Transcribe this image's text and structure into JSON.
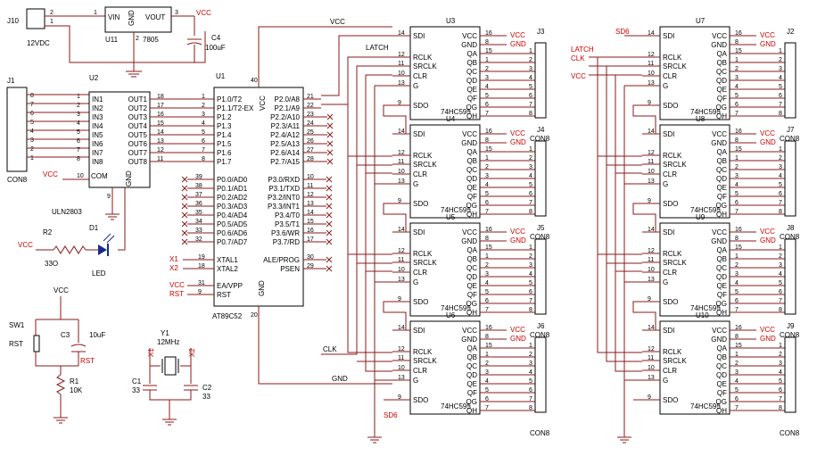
{
  "power": {
    "vcc": "VCC",
    "gnd": "GND",
    "latch": "LATCH",
    "clk": "CLK",
    "rst": "RST",
    "x1": "X1",
    "x2": "X2",
    "sd6": "SD6"
  },
  "j10": {
    "ref": "J10",
    "value": "12VDC",
    "pins": [
      "2",
      "1"
    ]
  },
  "u11": {
    "ref": "U11",
    "value": "7805",
    "pins": [
      "VIN",
      "GND",
      "VOUT"
    ],
    "nums": [
      "1",
      "2",
      "3"
    ]
  },
  "c4": {
    "ref": "C4",
    "value": "100uF"
  },
  "j1": {
    "ref": "J1",
    "value": "CON8",
    "pins": [
      "8",
      "7",
      "6",
      "5",
      "4",
      "3",
      "2",
      "1"
    ]
  },
  "u2": {
    "ref": "U2",
    "value": "ULN2803",
    "inputs": [
      "IN1",
      "IN2",
      "IN3",
      "IN4",
      "IN5",
      "IN6",
      "IN7",
      "IN8"
    ],
    "outputs": [
      "OUT1",
      "OUT2",
      "OUT3",
      "OUT4",
      "OUT5",
      "OUT6",
      "OUT7",
      "OUT8"
    ],
    "in_nums": [
      "1",
      "2",
      "3",
      "4",
      "5",
      "6",
      "7",
      "8"
    ],
    "out_nums": [
      "18",
      "17",
      "16",
      "15",
      "14",
      "13",
      "12",
      "11"
    ],
    "com": "COM",
    "com_num": "10",
    "gnd": "GND",
    "gnd_num": "9"
  },
  "d1": {
    "ref": "D1",
    "value": "LED"
  },
  "r2": {
    "ref": "R2",
    "value": "33O"
  },
  "u1": {
    "ref": "U1",
    "value": "AT89C52",
    "p1": [
      "P1.0/T2",
      "P1.1/T2-EX",
      "P1.2",
      "P1.3",
      "P1.4",
      "P1.5",
      "P1.6",
      "P1.7"
    ],
    "p1_nums": [
      "1",
      "2",
      "3",
      "4",
      "5",
      "6",
      "7",
      "8"
    ],
    "p2": [
      "P2.0/A8",
      "P2.1/A9",
      "P2.2/A10",
      "P2.3/A11",
      "P2.4/A12",
      "P2.5/A13",
      "P2.6/A14",
      "P2.7/A15"
    ],
    "p2_nums": [
      "21",
      "22",
      "23",
      "24",
      "25",
      "26",
      "27",
      "28"
    ],
    "p0": [
      "P0.0/AD0",
      "P0.1/AD1",
      "P0.2/AD2",
      "P0.3/AD3",
      "P0.4/AD4",
      "P0.5/AD5",
      "P0.6/AD6",
      "P0.7/AD7"
    ],
    "p0_nums": [
      "39",
      "38",
      "37",
      "36",
      "35",
      "34",
      "33",
      "32"
    ],
    "p3": [
      "P3.0/RXD",
      "P3.1/TXD",
      "P3.2/INT0",
      "P3.3/INT1",
      "P3.4/T0",
      "P3.5/T1",
      "P3.6/WR",
      "P3.7/RD"
    ],
    "p3_nums": [
      "10",
      "11",
      "12",
      "13",
      "14",
      "15",
      "16",
      "17"
    ],
    "xtal": [
      "XTAL1",
      "XTAL2"
    ],
    "xtal_nums": [
      "19",
      "18"
    ],
    "ale": [
      "ALE/PROG",
      "PSEN"
    ],
    "ale_nums": [
      "30",
      "29"
    ],
    "ea": [
      "EA/VPP",
      "RST"
    ],
    "ea_nums": [
      "31",
      "9"
    ],
    "vcc": "VCC",
    "vcc_num": "40",
    "gnd": "GND",
    "gnd_num": "20"
  },
  "sw1": {
    "ref": "SW1",
    "label": "RST"
  },
  "c3": {
    "ref": "C3",
    "value": "10uF"
  },
  "r1": {
    "ref": "R1",
    "value": "10K"
  },
  "y1": {
    "ref": "Y1",
    "value": "12MHz"
  },
  "c1": {
    "ref": "C1",
    "value": "33"
  },
  "c2": {
    "ref": "C2",
    "value": "33"
  },
  "hc595": {
    "value": "74HC595",
    "left_pins": [
      "SDI",
      "RCLK",
      "SRCLK",
      "CLR",
      "G",
      "SDO"
    ],
    "left_nums": [
      "14",
      "12",
      "11",
      "10",
      "13",
      "9"
    ],
    "right_pins": [
      "VCC",
      "GND",
      "QA",
      "QB",
      "QC",
      "QD",
      "QE",
      "QF",
      "QG",
      "QH"
    ],
    "right_nums": [
      "16",
      "8",
      "15",
      "1",
      "2",
      "3",
      "4",
      "5",
      "6",
      "7"
    ],
    "con_nums": [
      "1",
      "2",
      "3",
      "4",
      "5",
      "6",
      "7",
      "8"
    ],
    "con_value": "CON8"
  },
  "left_chain": {
    "chips": [
      "U3",
      "U4",
      "U5",
      "U6"
    ],
    "cons": [
      "J3",
      "J4",
      "J5",
      "J6"
    ]
  },
  "right_chain": {
    "chips": [
      "U7",
      "U8",
      "U9",
      "U10"
    ],
    "cons": [
      "J2",
      "J7",
      "J8",
      "J9"
    ]
  }
}
